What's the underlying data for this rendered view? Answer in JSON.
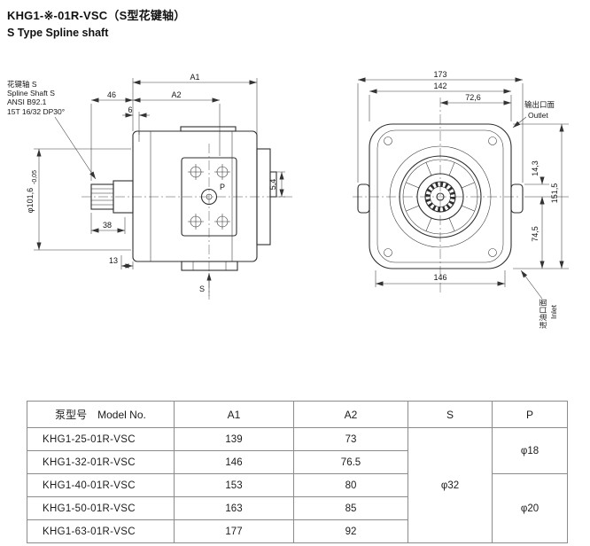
{
  "header": {
    "title": "KHG1-※-01R-VSC（S型花键轴）",
    "subtitle": "S Type Spline shaft"
  },
  "drawing": {
    "note": [
      "花键轴 S",
      "Spline Shaft S",
      "ANSI B92.1",
      "15T 16/32 DP30°"
    ],
    "left": {
      "a1": "A1",
      "d46": "46",
      "a2": "A2",
      "d6": "6",
      "dia": "φ101,6",
      "dia_tol": "-0,05",
      "d38": "38",
      "d13": "13",
      "d54": "5,4",
      "s": "S",
      "p": "P"
    },
    "right": {
      "d173": "173",
      "d142": "142",
      "d726": "72,6",
      "d143": "14,3",
      "d1515": "151,5",
      "d745": "74,5",
      "d146": "146",
      "outlet_cn": "输出口面",
      "outlet_en": "Outlet",
      "inlet_cn": "进油口面",
      "inlet_en": "Inlet"
    }
  },
  "table": {
    "headers": {
      "model": "泵型号　Model No.",
      "a1": "A1",
      "a2": "A2",
      "s": "S",
      "p": "P"
    },
    "rows": [
      {
        "model": "KHG1-25-01R-VSC",
        "a1": "139",
        "a2": "73"
      },
      {
        "model": "KHG1-32-01R-VSC",
        "a1": "146",
        "a2": "76.5"
      },
      {
        "model": "KHG1-40-01R-VSC",
        "a1": "153",
        "a2": "80"
      },
      {
        "model": "KHG1-50-01R-VSC",
        "a1": "163",
        "a2": "85"
      },
      {
        "model": "KHG1-63-01R-VSC",
        "a1": "177",
        "a2": "92"
      }
    ],
    "s_value": "φ32",
    "p_top": "φ18",
    "p_bottom": "φ20"
  }
}
